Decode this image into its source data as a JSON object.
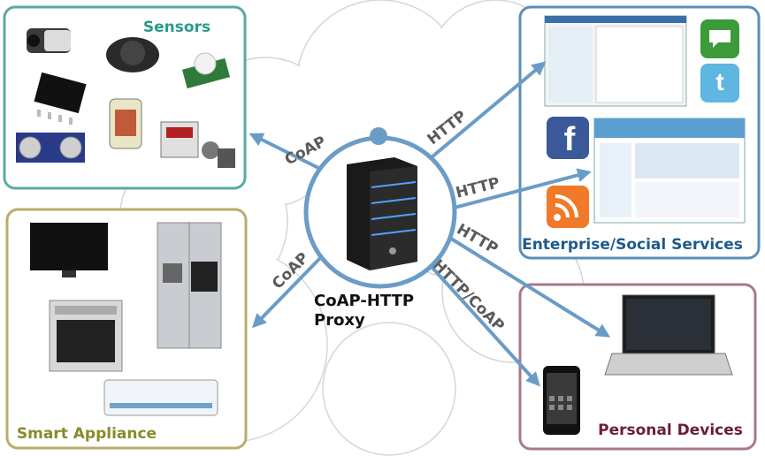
{
  "panels": {
    "sensors": {
      "title": "Sensors"
    },
    "smart_appliance": {
      "title": "Smart Appliance"
    },
    "enterprise": {
      "title": "Enterprise/Social Services"
    },
    "personal": {
      "title": "Personal Devices"
    }
  },
  "proxy": {
    "line1": "CoAP-HTTP",
    "line2": "Proxy"
  },
  "links": {
    "to_sensors": "CoAP",
    "to_appliance": "CoAP",
    "to_web_top": "HTTP",
    "to_web_mid": "HTTP",
    "to_laptop": "HTTP",
    "to_phone": "HTTP/CoAP"
  },
  "colors": {
    "sensors_border": "#5aa9a3",
    "appliance_border": "#b8ad6a",
    "enterprise_border": "#5a8fb8",
    "personal_border": "#a87a88",
    "arrow": "#6a9cc7",
    "sensors_title": "#2a9a8c",
    "appliance_title": "#8a8a2a",
    "enterprise_title": "#1f5a8a",
    "personal_title": "#6a1f33"
  }
}
